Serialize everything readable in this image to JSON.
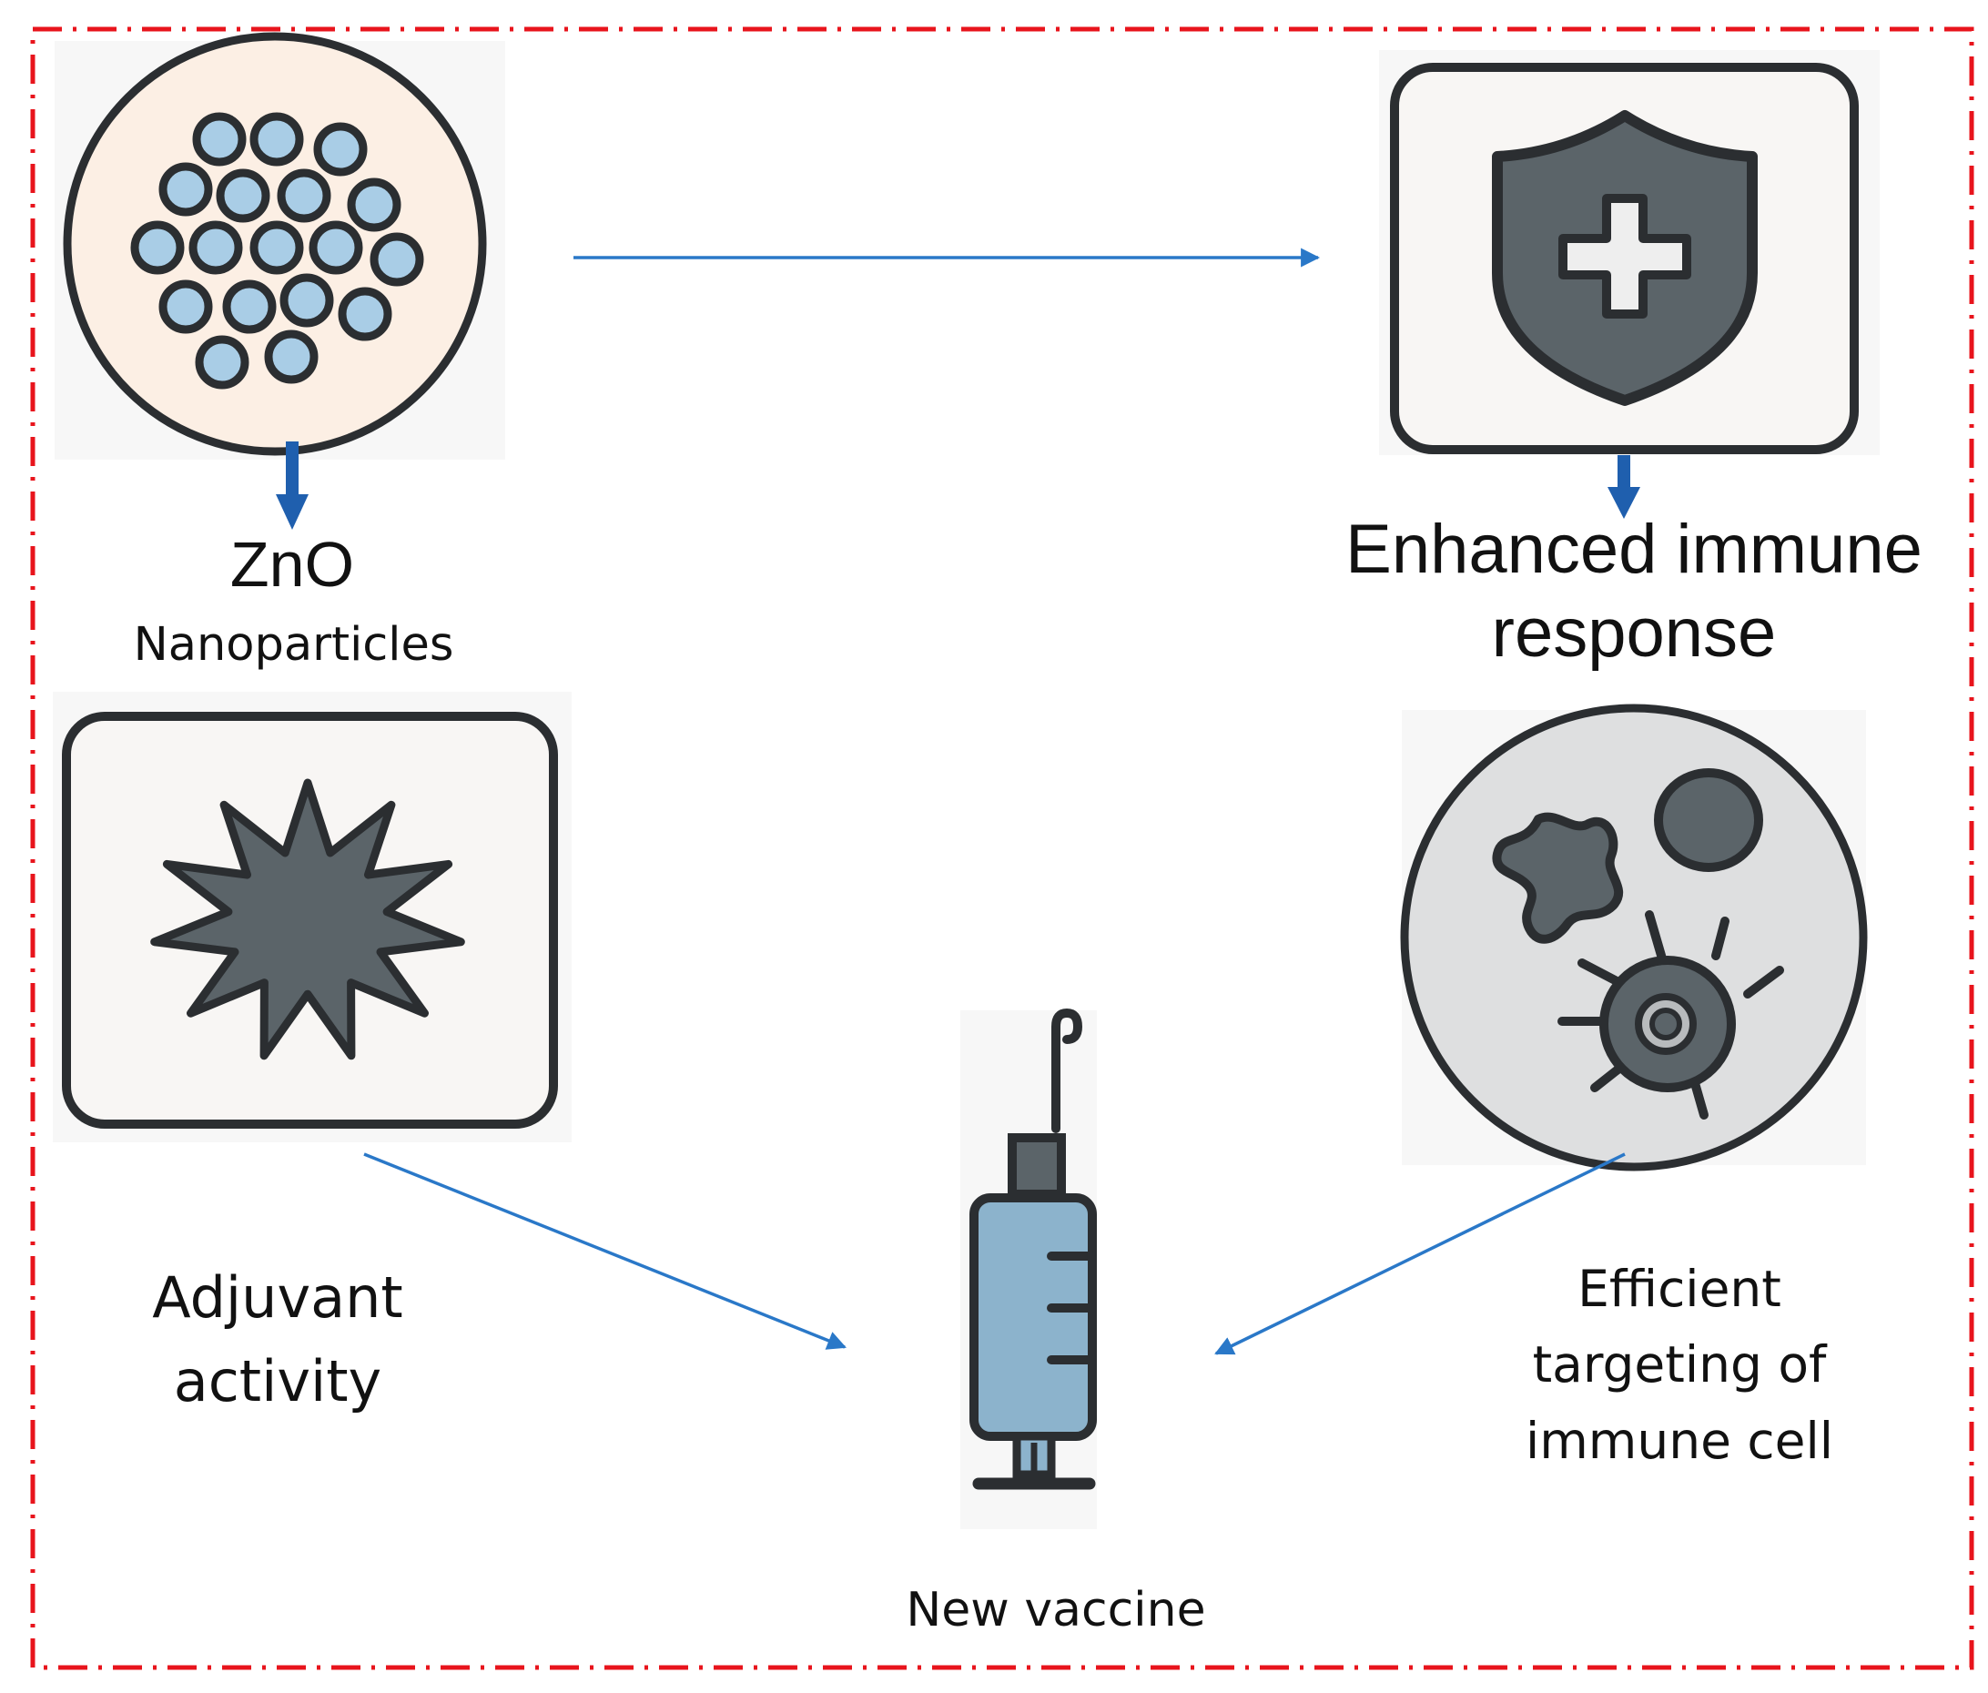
{
  "labels": {
    "zno": "ZnO",
    "nanoparticles": "Nanoparticles",
    "enhanced_line1": "Enhanced immune",
    "enhanced_line2": "response",
    "adjuvant_line1": "Adjuvant",
    "adjuvant_line2": "activity",
    "efficient_line1": "Efficient",
    "efficient_line2": "targeting of",
    "efficient_line3": "immune cell",
    "new_vaccine": "New vaccine"
  },
  "icons": {
    "nanoparticles": "nanoparticle-cluster-icon",
    "shield": "shield-plus-icon",
    "adjuvant": "starburst-icon",
    "immune_cells": "immune-cells-icon",
    "vaccine": "syringe-icon"
  },
  "colors": {
    "border": "#e8141c",
    "arrow_thin": "#2a78c8",
    "arrow_thick": "#1f5fae",
    "icon_dark": "#5b6469",
    "outline": "#2b2e31",
    "particle": "#a9cde6",
    "particle_bg": "#fcefe4",
    "syringe_fluid": "#8cb3cc",
    "cell_bg": "#dedfe0"
  }
}
